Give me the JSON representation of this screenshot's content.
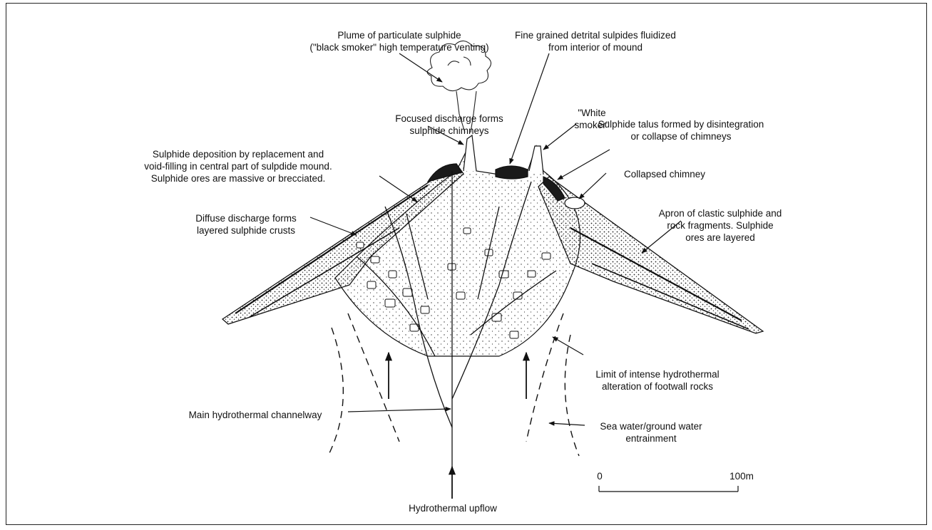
{
  "labels": {
    "plume": "Plume of particulate sulphide\n(\"black smoker\" high temperature venting)",
    "fine_grained": "Fine grained detrital sulpides fluidized\nfrom interior of mound",
    "white_smoker": "\"White smoker\"",
    "focused_discharge": "Focused discharge forms\nsulphide chimneys",
    "talus": "Sulphide talus formed by disintegration\nor collapse of chimneys",
    "deposition": "Sulphide deposition by replacement and\nvoid-filling in central part of sulpdide mound.\nSulphide ores are massive or brecciated.",
    "collapsed": "Collapsed chimney",
    "diffuse": "Diffuse discharge forms\nlayered sulphide crusts",
    "apron": "Apron of clastic sulphide and\nrock fragments. Sulphide\nores are layered",
    "limit": "Limit of intense hydrothermal\nalteration of footwall rocks",
    "channelway": "Main hydrothermal channelway",
    "seawater": "Sea water/ground water\nentrainment",
    "upflow": "Hydrothermal upflow"
  },
  "scale": {
    "start": "0",
    "end": "100m"
  },
  "colors": {
    "ink": "#111111",
    "background": "#ffffff"
  }
}
